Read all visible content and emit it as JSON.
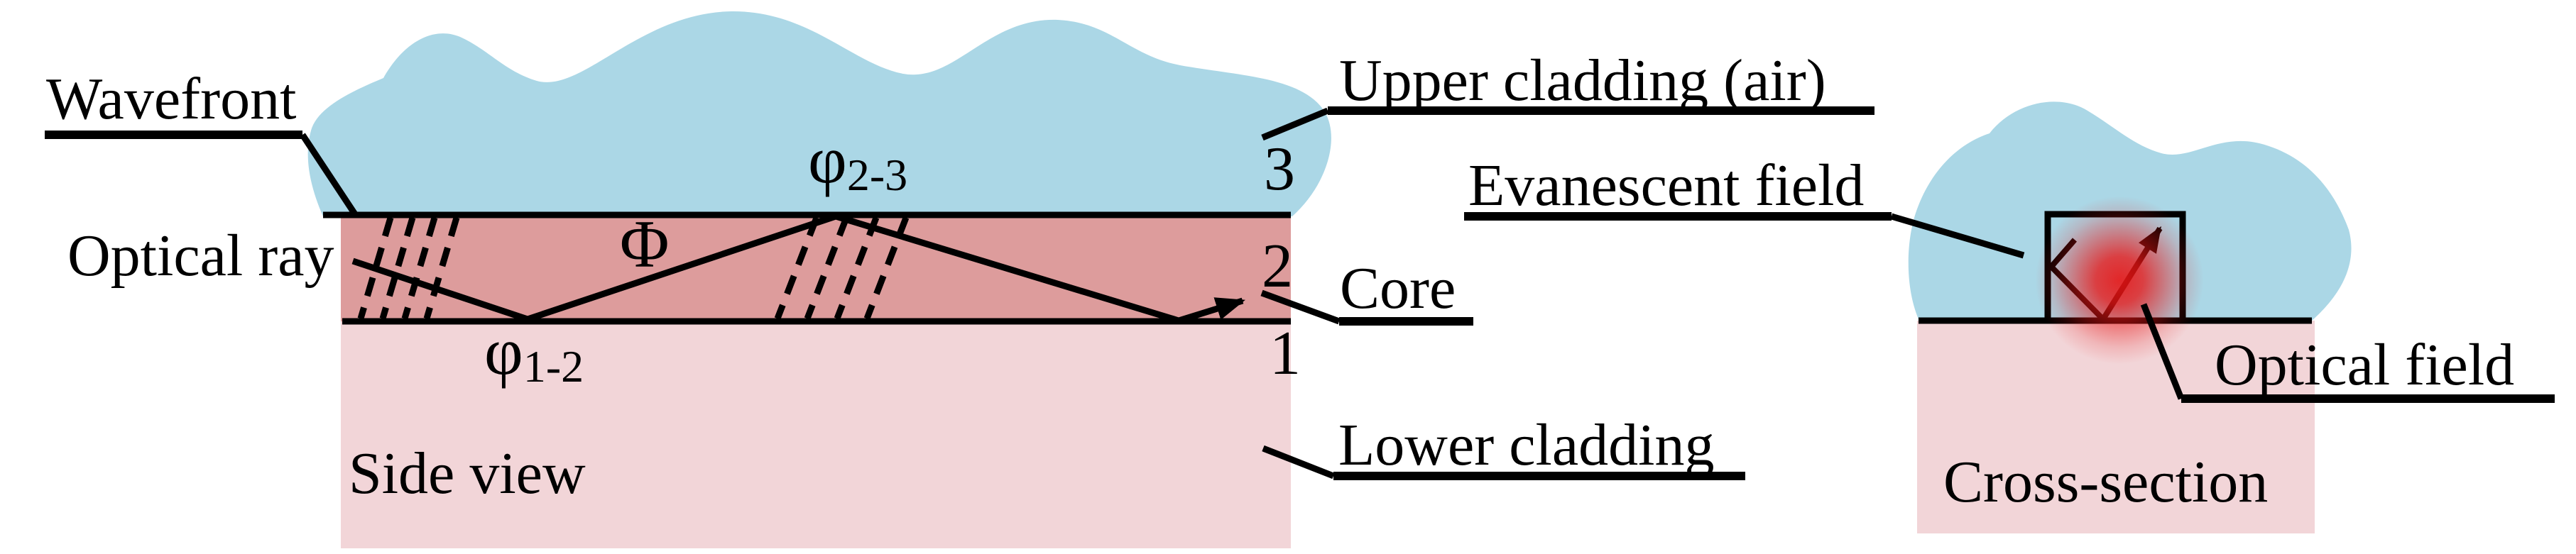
{
  "side_view": {
    "wavefront_label": "Wavefront",
    "optical_ray_label": "Optical ray",
    "internal_angle_symbol": "Φ",
    "phi12": {
      "base": "φ",
      "sub": "1-2"
    },
    "phi23": {
      "base": "φ",
      "sub": "2-3"
    },
    "layer_numbers": {
      "upper": "3",
      "core": "2",
      "lower": "1"
    },
    "caption": "Side view"
  },
  "layer_labels": {
    "upper_cladding": "Upper cladding (air)",
    "core": "Core",
    "lower_cladding": "Lower cladding"
  },
  "cross_section": {
    "evanescent_field_label": "Evanescent field",
    "optical_field_label": "Optical field",
    "caption": "Cross-section"
  },
  "colors": {
    "air_cladding_blue": "#ABD7E6",
    "core_pink": "#DD9C9C",
    "lower_cladding_pink": "#F2D5D8",
    "optical_field_red": "#E81414",
    "line_black": "#000000"
  }
}
